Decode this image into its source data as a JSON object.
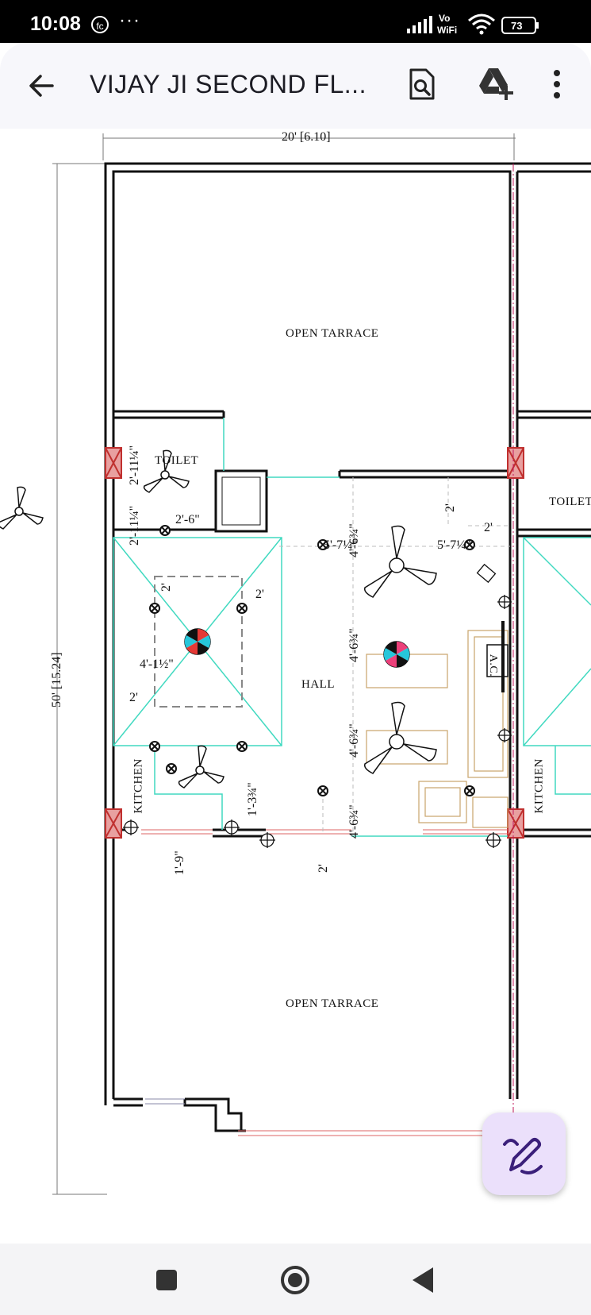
{
  "status_bar": {
    "time": "10:08",
    "notification_icon": "fc",
    "more": "···",
    "network": "Vo WiFi",
    "battery": "73"
  },
  "app_bar": {
    "title": "VIJAY JI SECOND FL...",
    "back_icon": "arrow-back-icon",
    "search_icon": "find-in-file-icon",
    "drive_icon": "add-to-drive-icon",
    "menu_icon": "more-vert-icon"
  },
  "plan": {
    "width_dim": "20' [6.10]",
    "height_dim": "50' [15.24]",
    "rooms": {
      "terrace_top": "OPEN TARRACE",
      "terrace_bottom": "OPEN TARRACE",
      "toilet": "TOILET",
      "toilet_right": "TOILET",
      "hall": "HALL",
      "kitchen": "KITCHEN",
      "kitchen_right": "KITCHEN",
      "ac": "A.C."
    },
    "dims": {
      "t1": "2'-11¼\"",
      "t2": "2'-11¼\"",
      "t3": "2'-6\"",
      "h1": "4'-6¾\"",
      "h2": "4'-6¾\"",
      "h3": "4'-6¾\"",
      "h4": "4'-6¾\"",
      "w1": "5'-7¼\"",
      "w2": "5'-7¼\"",
      "r1": "2'",
      "r2": "2'",
      "l1": "2'",
      "l2": "2'",
      "l3": "4'-1½\"",
      "l4": "2'",
      "k1": "1'-3¾\"",
      "k2": "1'-9\"",
      "k3": "2'"
    }
  },
  "fab": {
    "icon": "edit-pen-icon"
  },
  "nav": {
    "recents": "recents-square-icon",
    "home": "home-circle-icon",
    "back": "back-triangle-icon"
  },
  "colors": {
    "wall": "#111111",
    "ceiling_line": "#40d9c0",
    "furniture": "#c9a46a",
    "pillar": "#d33a3a",
    "fab_bg": "#ebe0fb",
    "fab_icon": "#3a1f7a"
  }
}
